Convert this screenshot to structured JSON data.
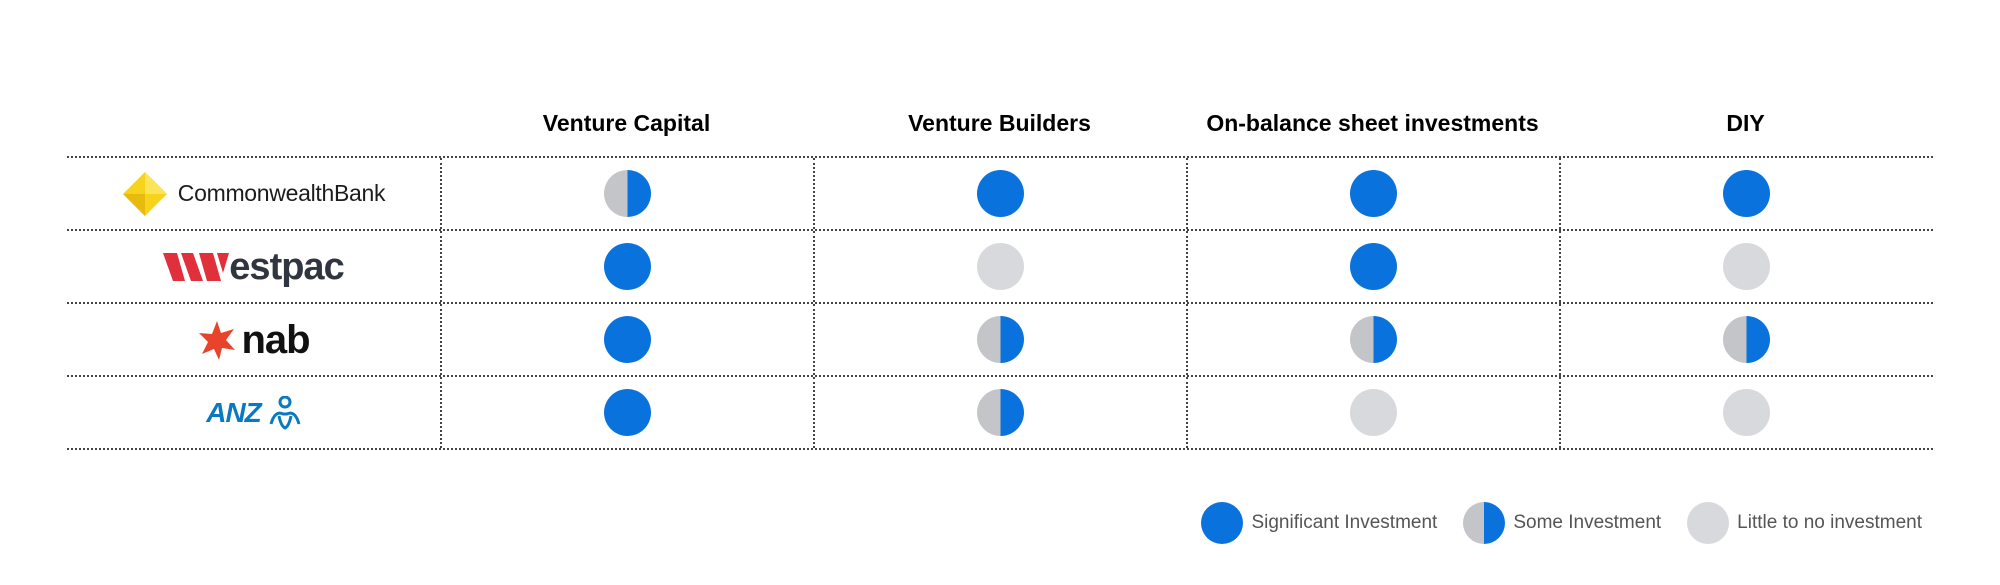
{
  "columns": [
    "Venture Capital",
    "Venture Builders",
    "On-balance sheet investments",
    "DIY"
  ],
  "banks": [
    {
      "name": "CommonwealthBank",
      "logo_text": "CommonwealthBank",
      "ratings": [
        "some",
        "significant",
        "significant",
        "significant"
      ]
    },
    {
      "name": "Westpac",
      "logo_text": "estpac",
      "ratings": [
        "significant",
        "little",
        "significant",
        "little"
      ]
    },
    {
      "name": "nab",
      "logo_text": "nab",
      "ratings": [
        "significant",
        "some",
        "some",
        "some"
      ]
    },
    {
      "name": "ANZ",
      "logo_text": "ANZ",
      "ratings": [
        "significant",
        "some",
        "little",
        "little"
      ]
    }
  ],
  "legend": {
    "significant": "Significant Investment",
    "some": "Some Investment",
    "little": "Little to no investment"
  },
  "colors": {
    "significant": "#0a72dd",
    "some_left": "#c4c5c8",
    "little": "#d8d9dc",
    "westpac_red": "#e0303c",
    "cba_yellow": "#f7d31c",
    "nab_red": "#e8442c",
    "anz_blue": "#0a7ac0"
  }
}
